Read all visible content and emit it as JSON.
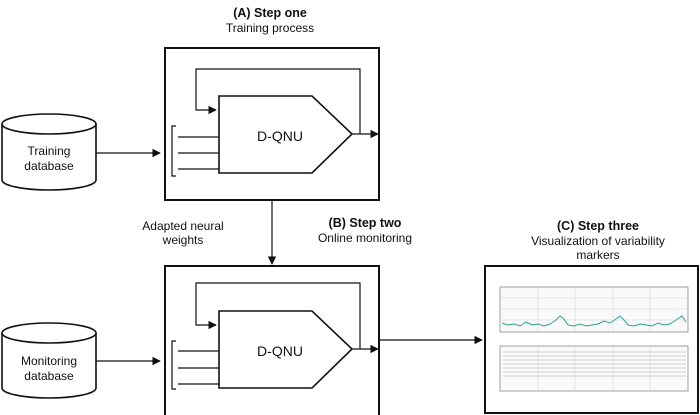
{
  "step_one": {
    "title": "(A) Step one",
    "subtitle": "Training process"
  },
  "step_two": {
    "title": "(B) Step two",
    "subtitle": "Online monitoring"
  },
  "step_three": {
    "title": "(C) Step three",
    "subtitle_line1": "Visualization of variability",
    "subtitle_line2": "markers"
  },
  "weights_label": {
    "line1": "Adapted neural",
    "line2": "weights"
  },
  "training_db": {
    "line1": "Training",
    "line2": "database"
  },
  "monitoring_db": {
    "line1": "Monitoring",
    "line2": "database"
  },
  "unit_top": {
    "label": "D-QNU"
  },
  "unit_bottom": {
    "label": "D-QNU"
  },
  "colors": {
    "line": "#111111",
    "signal": "#2aa58c",
    "grid": "#cfcfcf"
  }
}
